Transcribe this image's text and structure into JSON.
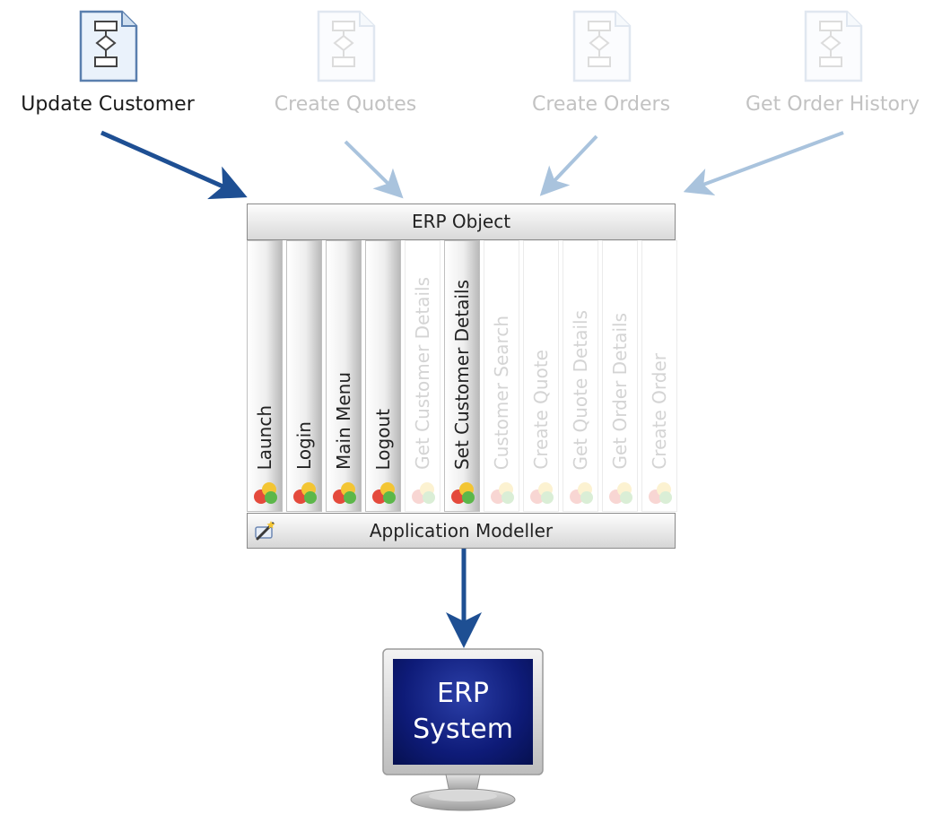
{
  "processes": [
    {
      "label": "Update Customer",
      "active": true
    },
    {
      "label": "Create Quotes",
      "active": false
    },
    {
      "label": "Create Orders",
      "active": false
    },
    {
      "label": "Get Order History",
      "active": false
    }
  ],
  "object": {
    "title": "ERP Object",
    "actions": [
      {
        "label": "Launch",
        "active": true
      },
      {
        "label": "Login",
        "active": true
      },
      {
        "label": "Main Menu",
        "active": true
      },
      {
        "label": "Logout",
        "active": true
      },
      {
        "label": "Get Customer Details",
        "active": false
      },
      {
        "label": "Set Customer Details",
        "active": true
      },
      {
        "label": "Customer Search",
        "active": false
      },
      {
        "label": "Create Quote",
        "active": false
      },
      {
        "label": "Get Quote Details",
        "active": false
      },
      {
        "label": "Get Order Details",
        "active": false
      },
      {
        "label": "Create Order",
        "active": false
      }
    ]
  },
  "modeller": {
    "label": "Application Modeller"
  },
  "system": {
    "line1": "ERP",
    "line2": "System"
  },
  "colors": {
    "active_arrow": "#1e4f93",
    "inactive_arrow": "#a9c3dd",
    "screen": "#0e1b78"
  }
}
